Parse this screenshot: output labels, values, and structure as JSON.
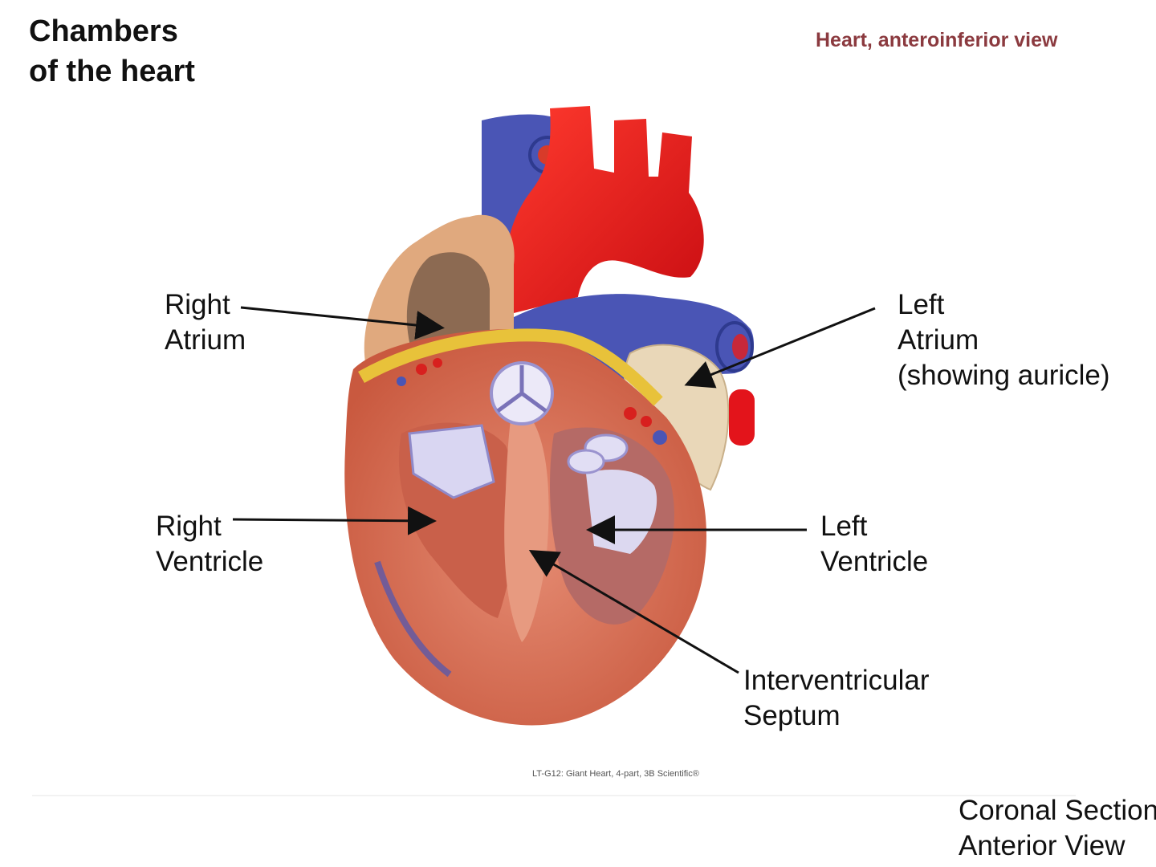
{
  "title": {
    "line1": "Chambers",
    "line2": "of the heart"
  },
  "subtitle": "Heart, anteroinferior view",
  "labels": {
    "right_atrium": {
      "line1": "Right",
      "line2": "Atrium"
    },
    "left_atrium": {
      "line1": "Left",
      "line2": "Atrium",
      "line3": "(showing auricle)"
    },
    "right_ventricle": {
      "line1": "Right",
      "line2": "Ventricle"
    },
    "left_ventricle": {
      "line1": "Left",
      "line2": "Ventricle"
    },
    "septum": {
      "line1": "Interventricular",
      "line2": "Septum"
    }
  },
  "caption": "LT-G12: Giant Heart, 4-part, 3B Scientific®",
  "bottom_note": {
    "line1": "Coronal Section",
    "line2": "Anterior View"
  },
  "colors": {
    "artery_red": "#e3141b",
    "vein_blue": "#4a55b5",
    "muscle": "#d9735a",
    "fat_yellow": "#e8c23a",
    "subtitle": "#8b3a3f"
  }
}
